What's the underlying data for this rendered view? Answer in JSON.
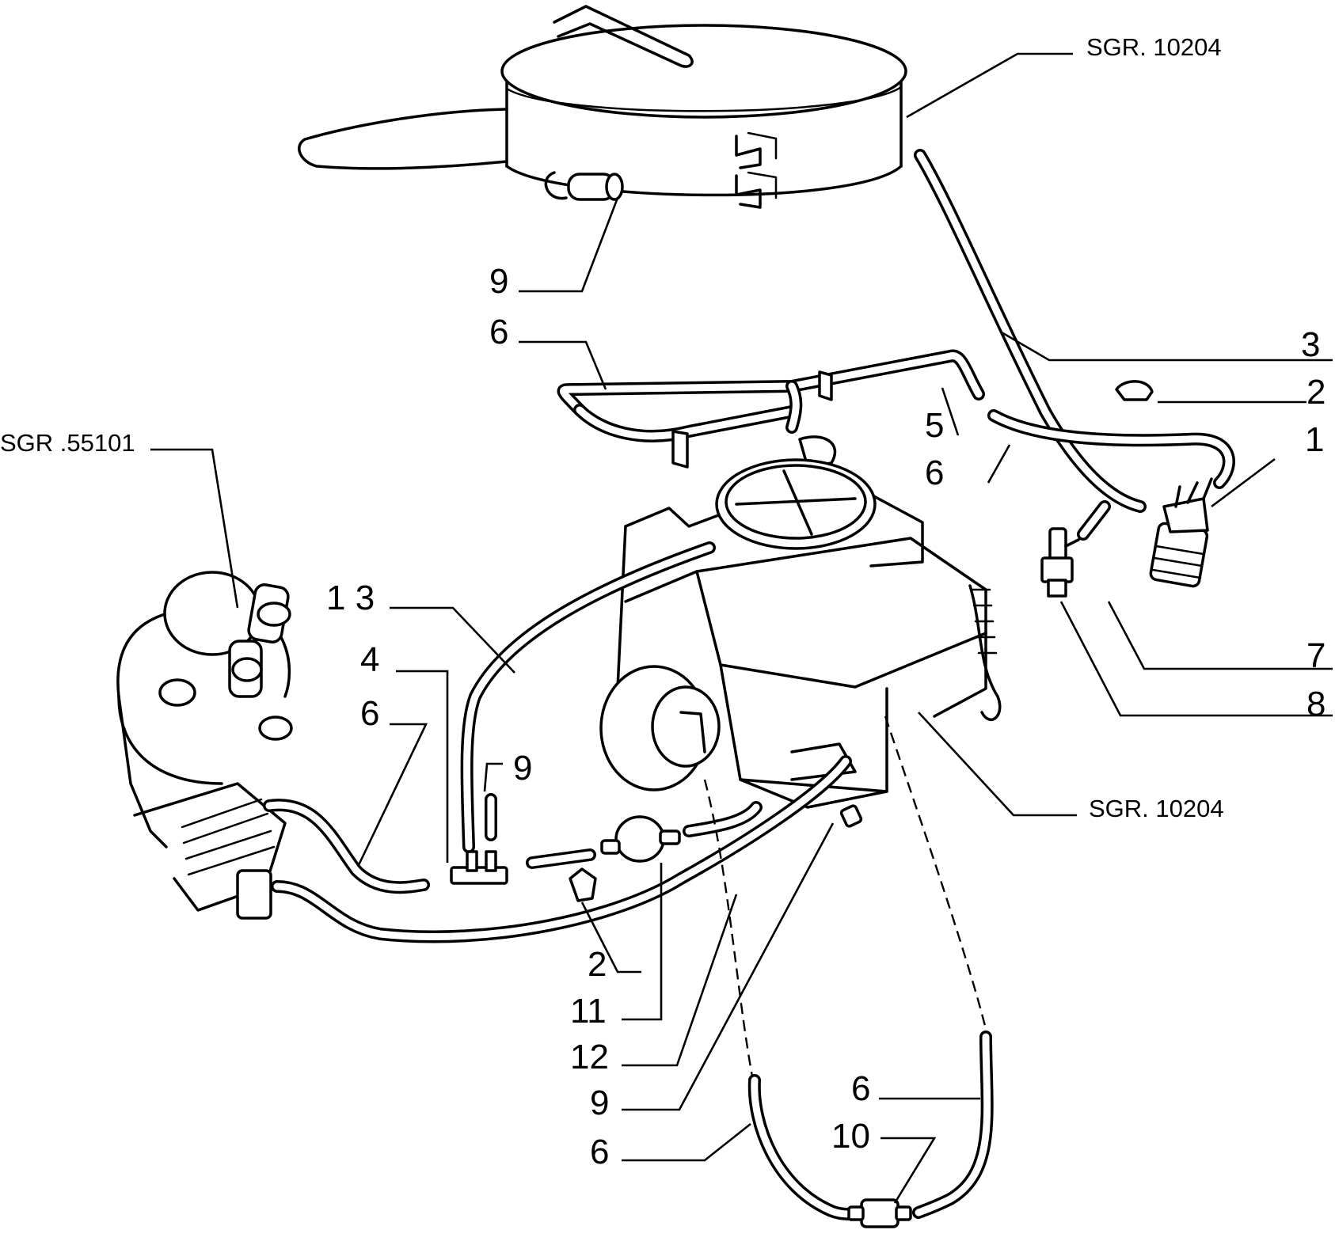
{
  "references": {
    "air_cleaner": "SGR. 10204",
    "carburettor": "SGR. 10204",
    "distributor": "SGR .55101"
  },
  "callouts": [
    {
      "id": "c9-top",
      "label": "9"
    },
    {
      "id": "c6-top",
      "label": "6"
    },
    {
      "id": "c3",
      "label": "3"
    },
    {
      "id": "c2-right",
      "label": "2"
    },
    {
      "id": "c1",
      "label": "1"
    },
    {
      "id": "c5",
      "label": "5"
    },
    {
      "id": "c6-mid",
      "label": "6"
    },
    {
      "id": "c13",
      "label": "1 3"
    },
    {
      "id": "c4",
      "label": "4"
    },
    {
      "id": "c6-left",
      "label": "6"
    },
    {
      "id": "c9-left",
      "label": "9"
    },
    {
      "id": "c7",
      "label": "7"
    },
    {
      "id": "c8",
      "label": "8"
    },
    {
      "id": "c2-bottom",
      "label": "2"
    },
    {
      "id": "c11",
      "label": "11"
    },
    {
      "id": "c12",
      "label": "12"
    },
    {
      "id": "c9-bottom",
      "label": "9"
    },
    {
      "id": "c6-bottom-right",
      "label": "6"
    },
    {
      "id": "c10",
      "label": "10"
    },
    {
      "id": "c6-bottom-left",
      "label": "6"
    }
  ]
}
